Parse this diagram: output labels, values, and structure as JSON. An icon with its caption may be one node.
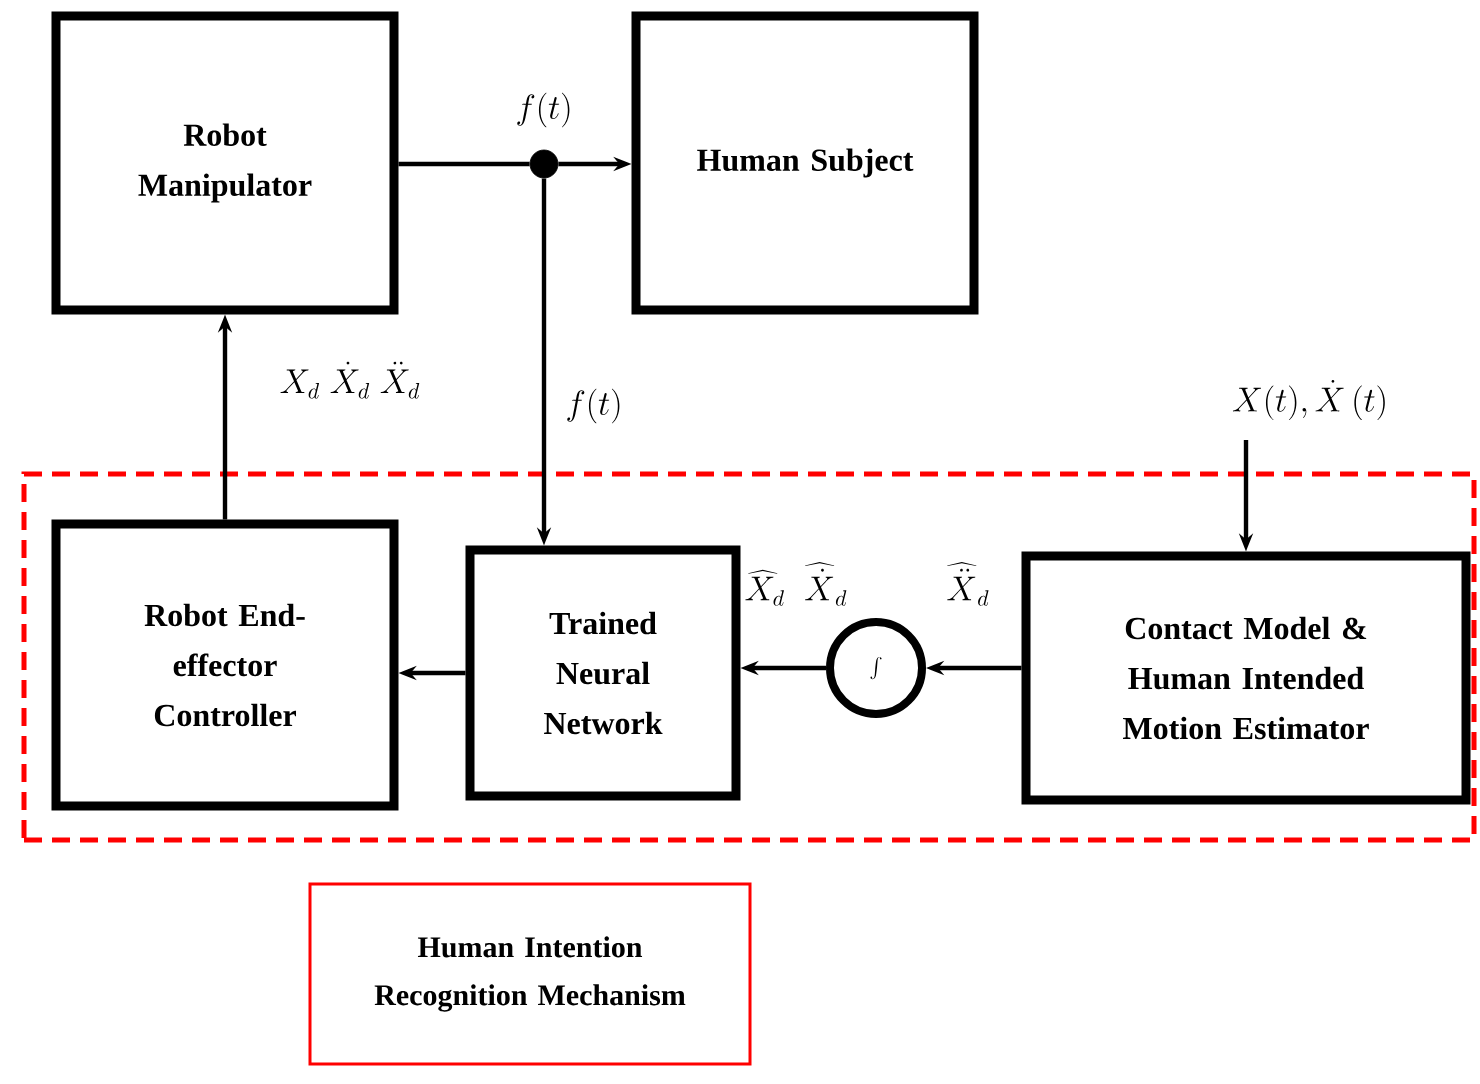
{
  "diagram": {
    "nodes": [
      {
        "text": [
          "Robot Manipulator"
        ]
      },
      {
        "text": [],
        "shape": "circle",
        "beside": [
          "f(t)"
        ]
      },
      {
        "text": [
          "Human Subject"
        ]
      },
      {
        "text": [],
        "shape": "box"
      },
      {
        "text": [
          "Robot End-effector Controller"
        ],
        "in": 3
      },
      {
        "text": [
          "Trained Neural Network"
        ],
        "in": 3
      },
      {
        "text": [
          "\\int"
        ],
        "in": 3
      },
      {
        "text": [
          "Contact Model & Human Intended Motion Estimator"
        ],
        "in": 3
      },
      {
        "text": [
          "Human Intention Recognition Mechanism"
        ]
      }
    ],
    "edges": [
      {
        "from": 0,
        "to": 1,
        "arrow": "none"
      },
      {
        "from": 1,
        "to": 2,
        "arrow": "to"
      },
      {
        "from": 1,
        "to": 5,
        "arrow": "to",
        "label": "f(t)"
      },
      {
        "from": 4,
        "to": 0,
        "arrow": "to",
        "label": "X_d\\;\\dot{X}_d\\;\\ddot{X}_d"
      },
      {
        "from": 5,
        "to": 4,
        "arrow": "to"
      },
      {
        "from": 6,
        "to": 5,
        "arrow": "to",
        "label": "\\widehat{X}_d\\;\\;\\widehat{\\dot{X}}_d"
      },
      {
        "from": 7,
        "to": 6,
        "arrow": "to",
        "label": "\\widehat{\\ddot{X}}_d"
      },
      {
        "from": null,
        "to": 7,
        "arrow": "to",
        "label": "X(t),\\dot{X}\\,(t)"
      }
    ]
  }
}
